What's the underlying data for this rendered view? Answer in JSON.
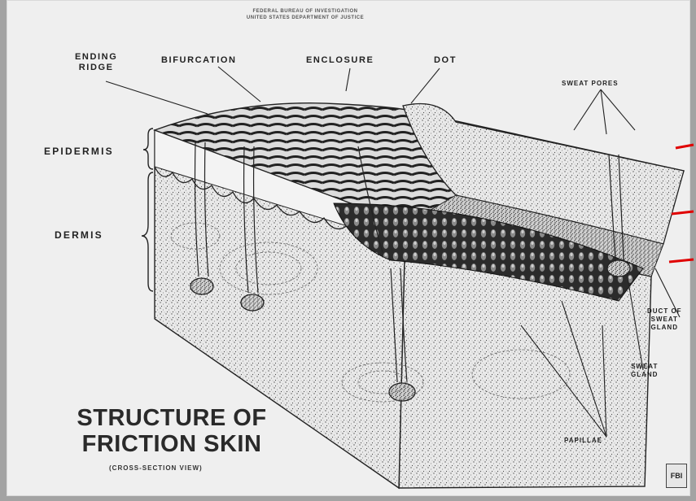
{
  "header": {
    "line1": "FEDERAL BUREAU OF INVESTIGATION",
    "line2": "UNITED STATES DEPARTMENT OF JUSTICE"
  },
  "labels": {
    "ending_ridge_1": "ENDING",
    "ending_ridge_2": "RIDGE",
    "bifurcation": "BIFURCATION",
    "enclosure": "ENCLOSURE",
    "dot": "DOT",
    "sweat_pores": "SWEAT PORES",
    "epidermis": "EPIDERMIS",
    "dermis": "DERMIS",
    "duct_1": "DUCT OF",
    "duct_2": "SWEAT",
    "duct_3": "GLAND",
    "gland_1": "SWEAT",
    "gland_2": "GLAND",
    "papillae": "PAPILLAE"
  },
  "title": {
    "line1": "STRUCTURE OF",
    "line2": "FRICTION SKIN",
    "subtitle": "(CROSS-SECTION VIEW)"
  },
  "logo": {
    "text": "FBI"
  },
  "colors": {
    "paper": "#efefef",
    "frame": "#a3a3a3",
    "ink": "#222222",
    "annotation": "#e00000"
  }
}
